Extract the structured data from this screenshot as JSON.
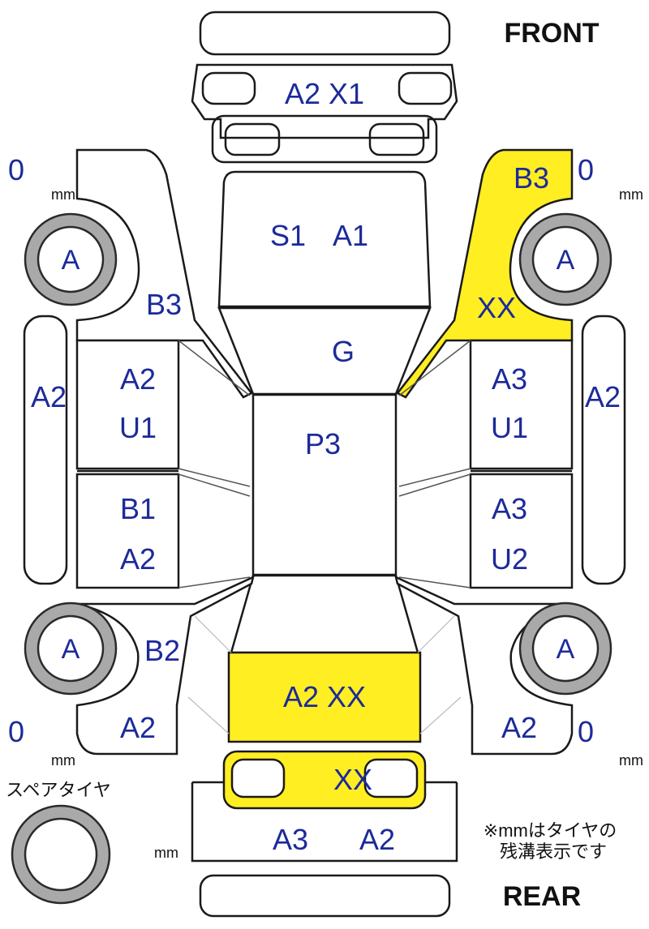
{
  "labels": {
    "front": "FRONT",
    "rear": "REAR",
    "mm": "mm",
    "spare_tire": "スペアタイヤ",
    "note_line1": "※mmはタイヤの",
    "note_line2": "残溝表示です"
  },
  "tires": {
    "front_left": {
      "grade": "A",
      "tread": "0"
    },
    "front_right": {
      "grade": "A",
      "tread": "0"
    },
    "rear_left": {
      "grade": "A",
      "tread": "0"
    },
    "rear_right": {
      "grade": "A",
      "tread": "0"
    }
  },
  "panels": {
    "front_bumper_codes": "A2 X1",
    "hood_codes_1": "S1",
    "hood_codes_2": "A1",
    "windshield_code": "G",
    "roof_code": "P3",
    "left_front_fender_code": "B3",
    "right_front_fender_code_1": "B3",
    "right_front_fender_code_2": "XX",
    "left_sill_code": "A2",
    "right_sill_code": "A2",
    "left_front_door_1": "A2",
    "left_front_door_2": "U1",
    "left_rear_door_1": "B1",
    "left_rear_door_2": "A2",
    "right_front_door_1": "A3",
    "right_front_door_2": "U1",
    "right_rear_door_1": "A3",
    "right_rear_door_2": "U2",
    "left_rear_fender_code_1": "B2",
    "left_rear_fender_code_2": "A2",
    "right_rear_fender_code": "A2",
    "trunk_codes": "A2 XX",
    "rear_panel_code": "XX",
    "rear_bumper_code_1": "A3",
    "rear_bumper_code_2": "A2"
  },
  "colors": {
    "damage_highlight": "#ffee22",
    "code_text": "#1c2a9a"
  }
}
